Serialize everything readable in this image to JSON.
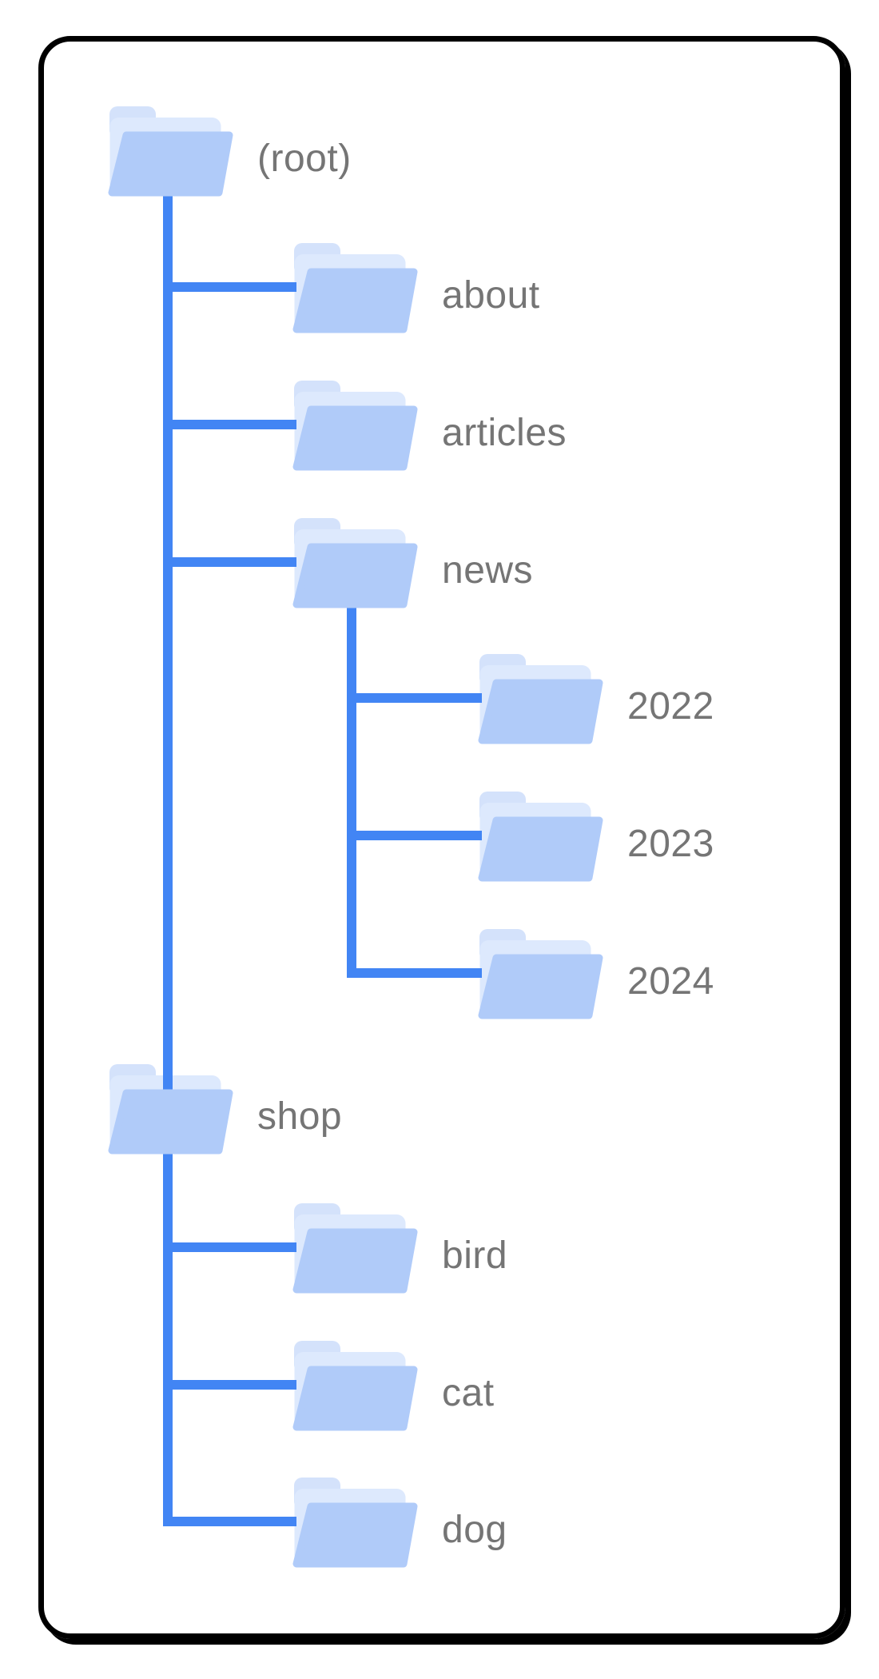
{
  "diagram": {
    "type": "folder-tree",
    "description": "Website URL folder structure tree inside a rounded card",
    "nodes": [
      {
        "id": "root",
        "label": "(root)",
        "parent": null
      },
      {
        "id": "about",
        "label": "about",
        "parent": "root"
      },
      {
        "id": "articles",
        "label": "articles",
        "parent": "root"
      },
      {
        "id": "news",
        "label": "news",
        "parent": "root"
      },
      {
        "id": "y2022",
        "label": "2022",
        "parent": "news"
      },
      {
        "id": "y2023",
        "label": "2023",
        "parent": "news"
      },
      {
        "id": "y2024",
        "label": "2024",
        "parent": "news"
      },
      {
        "id": "shop",
        "label": "shop",
        "parent": "root"
      },
      {
        "id": "bird",
        "label": "bird",
        "parent": "shop"
      },
      {
        "id": "cat",
        "label": "cat",
        "parent": "shop"
      },
      {
        "id": "dog",
        "label": "dog",
        "parent": "shop"
      }
    ],
    "colors": {
      "connector_blue": "#4285f4",
      "folder_front": "#b0cbf9",
      "folder_back_sheet": "#dde9fd",
      "folder_back_tab": "#d4e2fb",
      "label_gray": "#757575",
      "card_border": "#000000",
      "background": "#ffffff"
    }
  }
}
